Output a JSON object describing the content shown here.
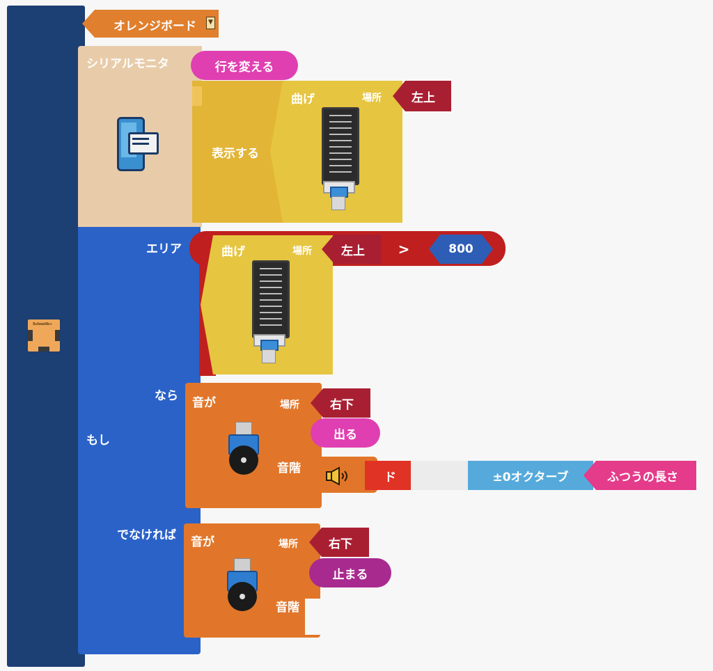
{
  "board": {
    "label": "オレンジボード",
    "dropdown_icon": "dropdown-icon",
    "side_icon": "board-icon",
    "board_tag": "Schoolib+"
  },
  "serial_block": {
    "label": "シリアルモニタ",
    "newline_label": "行を変える",
    "print_label": "表示する",
    "monitor_icon": "serial-monitor-icon",
    "bend": {
      "label": "曲げ",
      "place_label": "場所",
      "place_value": "左上",
      "sensor_icon": "bend-sensor-icon"
    }
  },
  "if_block": {
    "label": "もし",
    "area_label": "エリア",
    "then_label": "なら",
    "else_label": "でなければ",
    "condition": {
      "bend": {
        "label": "曲げ",
        "place_label": "場所",
        "place_value": "左上",
        "sensor_icon": "bend-sensor-icon"
      },
      "operator": ">",
      "value": "800"
    },
    "then_sound": {
      "label": "音が",
      "place_label": "場所",
      "place_value": "右下",
      "action": "出る",
      "scale_label": "音階",
      "note": {
        "speaker_icon": "speaker-icon",
        "note": "ド",
        "octave": "±0オクターブ",
        "length": "ふつうの長さ"
      }
    },
    "else_sound": {
      "label": "音が",
      "place_label": "場所",
      "place_value": "右下",
      "action": "止まる",
      "scale_label": "音階"
    }
  },
  "colors": {
    "navy": "#1c3f74",
    "board_orange": "#e07f2d",
    "serial_tan": "#e8ccaa",
    "print_yellow": "#e2b537",
    "sensor_yellow": "#e6c540",
    "place_red": "#a91f32",
    "if_blue": "#2b62c8",
    "cond_red": "#bf1f1f",
    "value_blue": "#2e5db6",
    "sound_orange": "#e1762a",
    "pink": "#e03fb1",
    "purple": "#a82a8f",
    "note_red": "#e13226",
    "octave_blue": "#56aadb",
    "length_pink": "#e43b8a"
  }
}
